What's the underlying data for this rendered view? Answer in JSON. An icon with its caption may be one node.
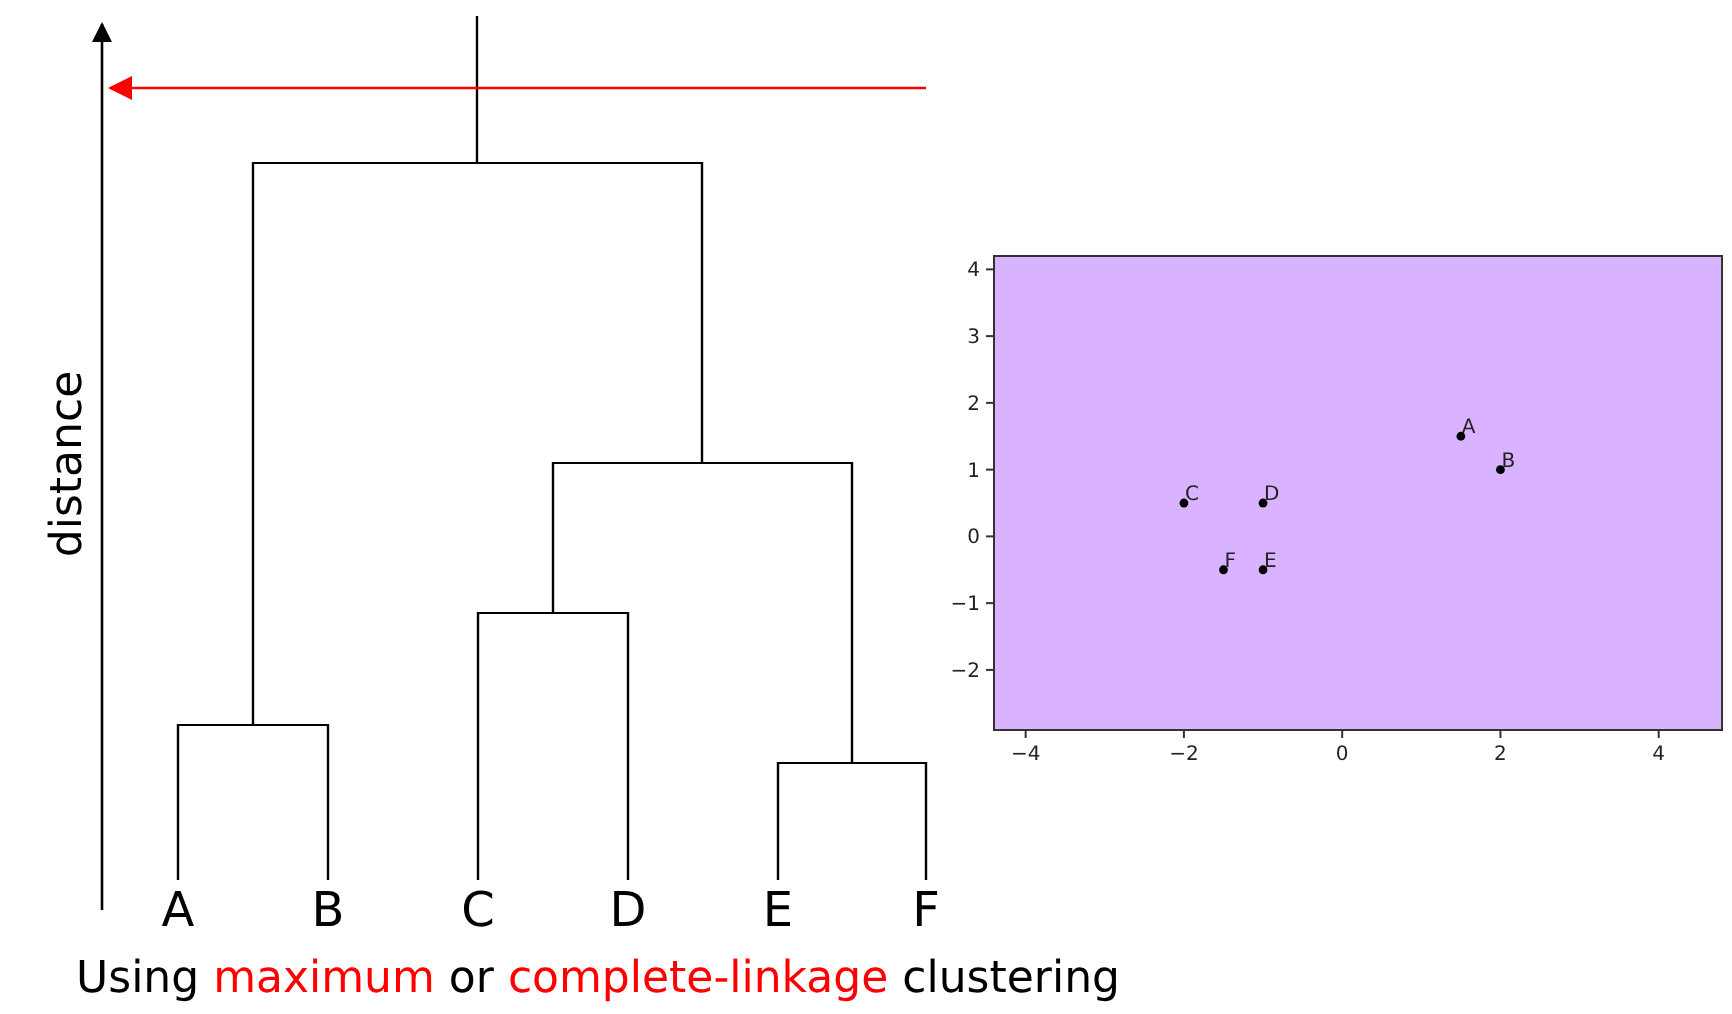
{
  "diagram": {
    "caption": "Using *maximum* or *complete-linkage* clustering",
    "nodes": [
      {
        "text": [
          "A"
        ]
      },
      {
        "text": [
          "B"
        ]
      },
      {
        "text": [
          "C"
        ]
      },
      {
        "text": [
          "D"
        ]
      },
      {
        "text": [
          "E"
        ]
      },
      {
        "text": [
          "F"
        ]
      },
      {
        "text": [],
        "shape": "bar"
      },
      {
        "text": [],
        "shape": "bar"
      },
      {
        "text": [],
        "shape": "bar"
      },
      {
        "text": [],
        "shape": "bar"
      },
      {
        "text": [],
        "shape": "bar"
      }
    ],
    "edges": [
      {
        "from": 0,
        "to": 6,
        "arrow": "none"
      },
      {
        "from": 1,
        "to": 6,
        "arrow": "none"
      },
      {
        "from": 2,
        "to": 7,
        "arrow": "none"
      },
      {
        "from": 3,
        "to": 7,
        "arrow": "none"
      },
      {
        "from": 4,
        "to": 8,
        "arrow": "none"
      },
      {
        "from": 5,
        "to": 8,
        "arrow": "none"
      },
      {
        "from": 7,
        "to": 9,
        "arrow": "none"
      },
      {
        "from": 8,
        "to": 9,
        "arrow": "none"
      },
      {
        "from": 6,
        "to": 10,
        "arrow": "none"
      },
      {
        "from": 9,
        "to": 10,
        "arrow": "none"
      },
      {
        "from": 10,
        "to": null,
        "arrow": "none"
      }
    ],
    "labels": [
      "distance"
    ],
    "chart_data": {
      "type": "scatter",
      "x": [
        1.5,
        2,
        -2,
        -1,
        -1,
        -1.5
      ],
      "series": [
        {
          "color": "#000000",
          "values": [
            1.5,
            1,
            0.5,
            0.5,
            -0.5,
            -0.5
          ]
        }
      ],
      "xlim": [
        -4.4,
        4.8
      ],
      "ylim": [
        -2.9,
        4.2
      ],
      "xticks": [
        {
          "value": -4,
          "label": "−4"
        },
        {
          "value": -2,
          "label": "−2"
        },
        0,
        2,
        4
      ],
      "yticks": [
        {
          "value": -2,
          "label": "−2"
        },
        {
          "value": -1,
          "label": "−1"
        },
        0,
        1,
        2,
        3,
        4
      ],
      "annotations": [
        {
          "x": 1.5,
          "y": 1.5,
          "text": "A"
        },
        {
          "x": 2,
          "y": 1,
          "text": "B"
        },
        {
          "x": -2,
          "y": 0.5,
          "text": "C"
        },
        {
          "x": -1,
          "y": 0.5,
          "text": "D"
        },
        {
          "x": -1,
          "y": -0.5,
          "text": "E"
        },
        {
          "x": -1.5,
          "y": -0.5,
          "text": "F"
        }
      ]
    }
  }
}
